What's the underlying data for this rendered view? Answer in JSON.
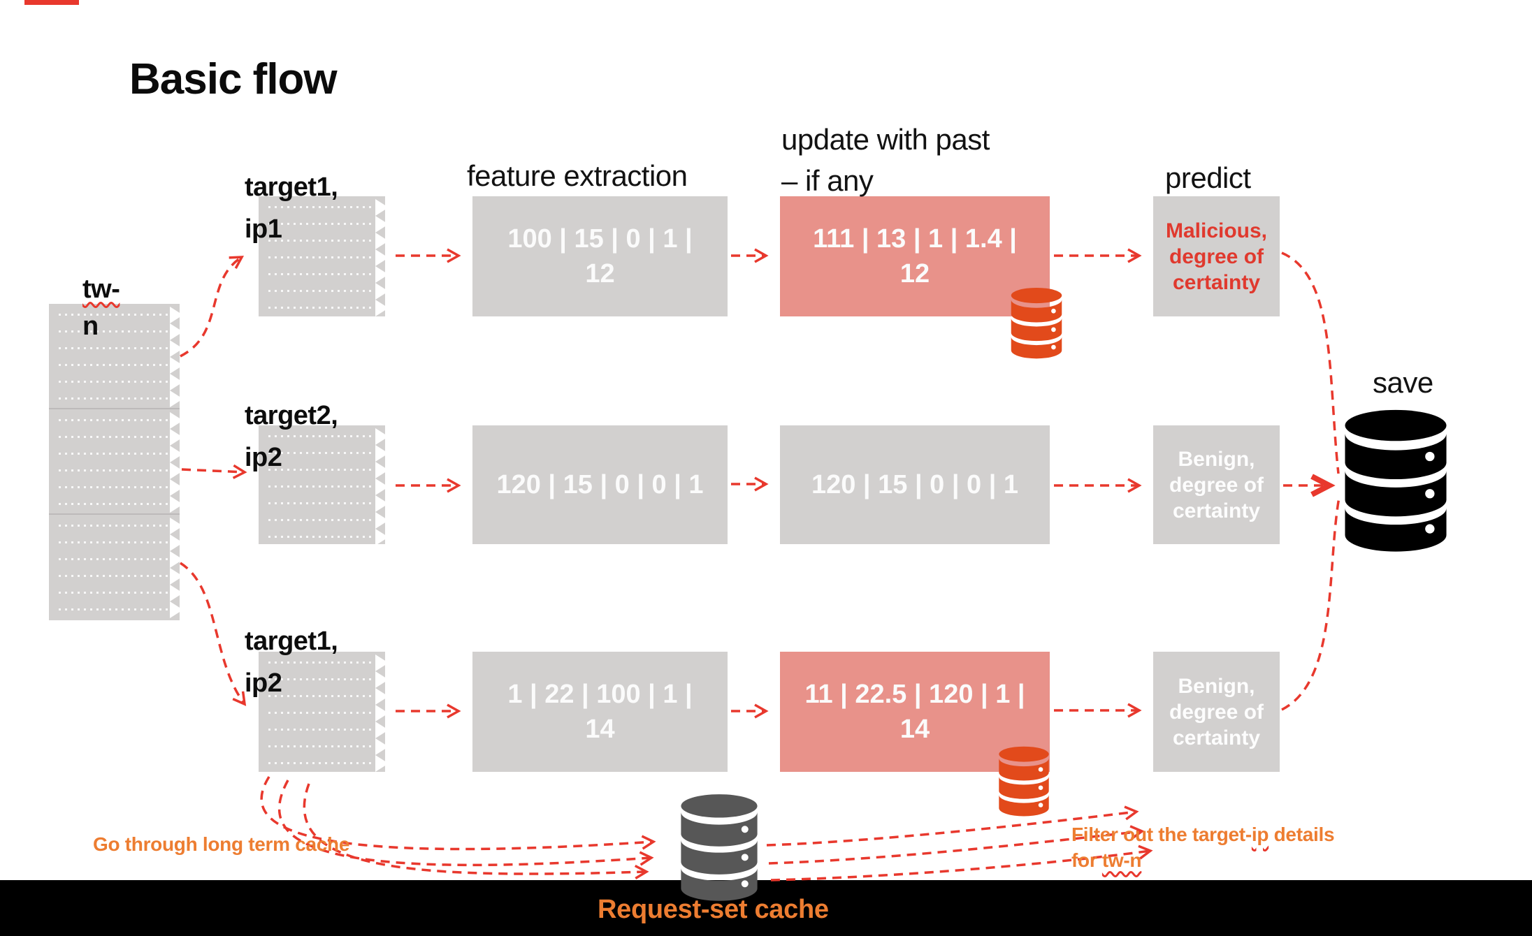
{
  "title": "Basic flow",
  "tw_label": {
    "line1": "tw-",
    "line2": "n"
  },
  "headers": {
    "feature": "feature extraction",
    "update_line1": "update with past",
    "update_line2": "– if any",
    "predict": "predict",
    "save": "save"
  },
  "rows": [
    {
      "target_line1": "target1,",
      "target_line2": "ip1",
      "features": "100 | 15 | 0 | 1 | 12",
      "updated": "111 | 13 | 1 | 1.4 | 12",
      "updated_highlighted": true,
      "prediction": "Malicious, degree of certainty",
      "prediction_style": "malicious"
    },
    {
      "target_line1": "target2,",
      "target_line2": "ip2",
      "features": "120 | 15 | 0 | 0 | 1",
      "updated": "120 | 15 | 0 | 0 | 1",
      "updated_highlighted": false,
      "prediction": "Benign, degree of certainty",
      "prediction_style": "benign"
    },
    {
      "target_line1": "target1,",
      "target_line2": "ip2",
      "features": "1 | 22 | 100 | 1 | 14",
      "updated": "11 | 22.5 | 120 | 1 | 14",
      "updated_highlighted": true,
      "prediction": "Benign, degree of certainty",
      "prediction_style": "benign"
    }
  ],
  "annotations": {
    "go_through_cache": "Go through long term cache",
    "filter_line1_prefix": "Filter out the target-",
    "filter_line1_word": "ip",
    "filter_line1_suffix": " details",
    "filter_line2_prefix": "for ",
    "filter_line2_word": "tw-n",
    "request_set_cache": "Request-set cache"
  },
  "icons": {
    "update_db_row1": "database-icon",
    "update_db_row3": "database-icon",
    "request_cache_db": "database-icon",
    "save_db": "database-icon"
  },
  "colors": {
    "box_gray": "#D2D0CF",
    "box_salmon": "#E8928A",
    "arrow_red": "#E8382D",
    "malicious_red": "#E0392E",
    "orange_accent": "#ED7D31",
    "db_orange": "#E24A1B",
    "db_dark": "#575757",
    "db_black": "#000000",
    "bar_black": "#000000"
  }
}
